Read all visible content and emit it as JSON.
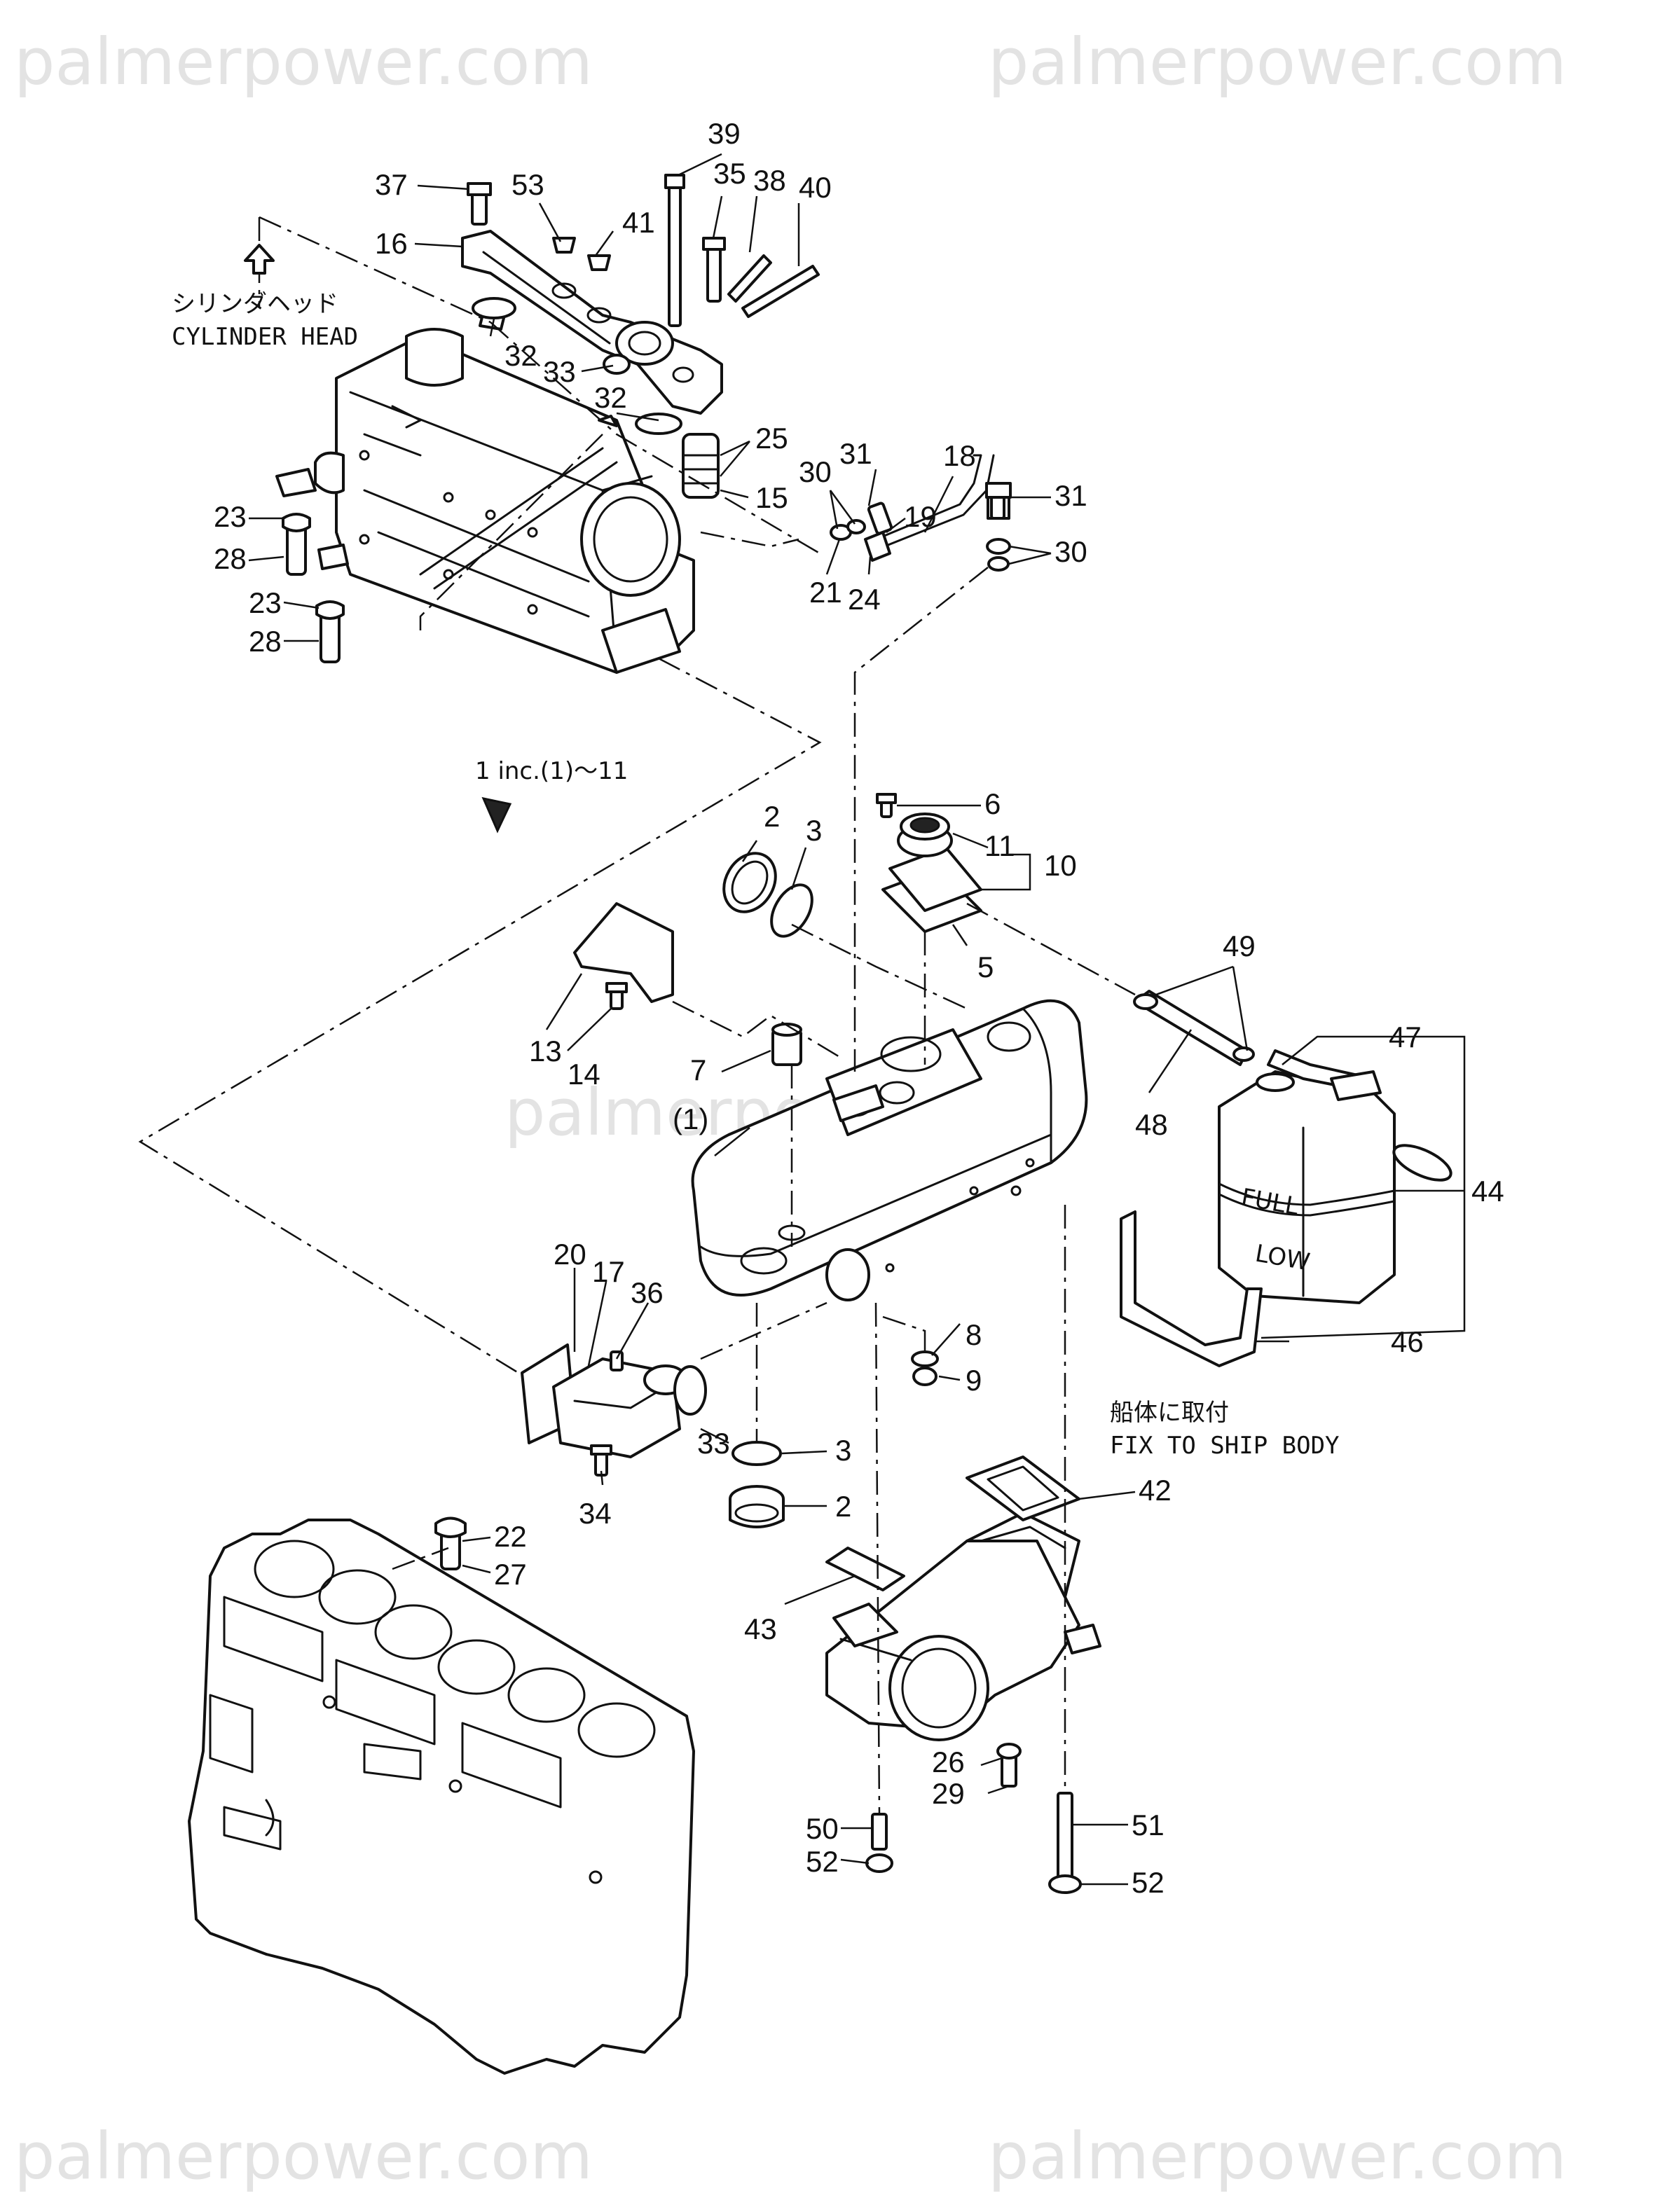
{
  "watermark": {
    "text": "palmerpower.com"
  },
  "labels": {
    "cylinder_head_jp": "シリンダヘッド",
    "cylinder_head_en": "CYLINDER HEAD",
    "assembly_note": "1 inc.(1)～11",
    "sub_assembly": "(1)",
    "ship_body_jp": "船体に取付",
    "ship_body_en": "FIX TO SHIP BODY",
    "tank_full": "FULL",
    "tank_low": "LOW"
  },
  "callouts": {
    "p39": "39",
    "p37": "37",
    "p53": "53",
    "p35": "35",
    "p38": "38",
    "p40": "40",
    "p16": "16",
    "p41": "41",
    "p32a": "32",
    "p33a": "33",
    "p32b": "32",
    "p25": "25",
    "p15": "15",
    "p18": "18",
    "p30a": "30",
    "p31a": "31",
    "p19": "19",
    "p31b": "31",
    "p30b": "30",
    "p21": "21",
    "p24": "24",
    "p23a": "23",
    "p28a": "28",
    "p23b": "23",
    "p28b": "28",
    "p6": "6",
    "p11": "11",
    "p10": "10",
    "p2a": "2",
    "p3a": "3",
    "p5": "5",
    "p49": "49",
    "p13": "13",
    "p14": "14",
    "p7": "7",
    "p47": "47",
    "p48": "48",
    "p44": "44",
    "p20": "20",
    "p17": "17",
    "p36": "36",
    "p8": "8",
    "p9": "9",
    "p46": "46",
    "p33b": "33",
    "p3b": "3",
    "p2b": "2",
    "p34": "34",
    "p42": "42",
    "p22": "22",
    "p27": "27",
    "p43": "43",
    "p26": "26",
    "p29": "29",
    "p50": "50",
    "p52a": "52",
    "p51": "51",
    "p52b": "52"
  }
}
